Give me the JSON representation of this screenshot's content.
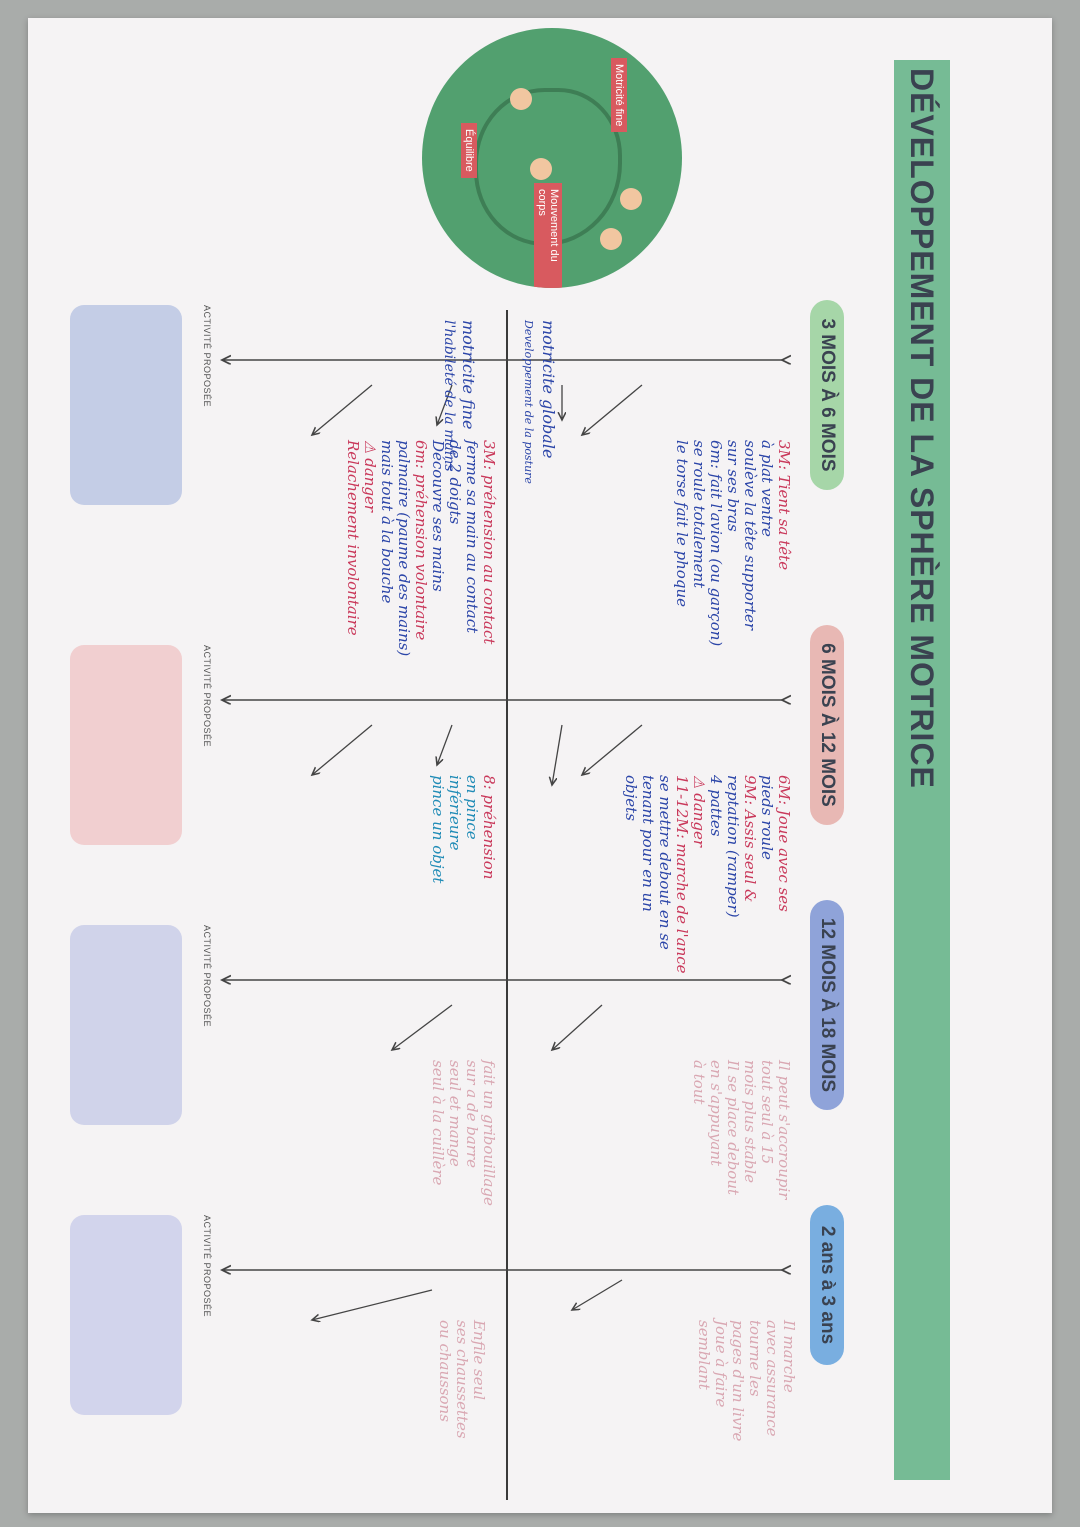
{
  "title": "DÉVELOPPEMENT DE LA SPHÈRE MOTRICE",
  "circle": {
    "tags": [
      "Motricité fine",
      "Équilibre",
      "Mouvement du corps"
    ]
  },
  "ages": [
    {
      "label": "3 MOIS À 6 MOIS",
      "color": "#a6d6a8"
    },
    {
      "label": "6 MOIS À 12 MOIS",
      "color": "#e8b8b4"
    },
    {
      "label": "12 MOIS À 18 MOIS",
      "color": "#8fa3d9"
    },
    {
      "label": "2 ans à 3 ans",
      "color": "#79aee0"
    }
  ],
  "axis_labels": {
    "gross_title": "motricite globale",
    "gross_sub": "Developpement de la posture",
    "fine_title": "motricite fine",
    "fine_sub": "l'habileté de la mains"
  },
  "notes": {
    "g1": [
      "3M: Tient sa tête",
      "à plat ventre",
      "soulève la tête supporter",
      "sur ses bras",
      "6m: fait l'avion (ou garçon)",
      "se roule totalement",
      "le torse fait le phoque"
    ],
    "f1": [
      "3M: préhension au contact",
      "ferme sa main au contact",
      "de 2 doigts",
      "Découvre ses mains",
      "6m: préhension volontaire",
      "palmaire (paume des mains)",
      "mais tout à la bouche",
      "⚠ danger",
      "Relachement involontaire"
    ],
    "g2": [
      "6M: Joue avec ses",
      "pieds roule",
      "9M: Assis seul &",
      "reptation (ramper)",
      "4 pattes",
      "⚠ danger",
      "11-12M: marche de l'ance",
      "se mettre debout en se",
      "tenant pour en un",
      "objets"
    ],
    "f2": [
      "8: préhension",
      "en pince",
      "inférieure",
      "pince un objet"
    ],
    "g3": [
      "Il peut s'accroupir",
      "tout seul à 15",
      "mois plus stable",
      "Il se place debout",
      "en s'appuyant",
      "à tout"
    ],
    "f3": [
      "fait un gribouillage",
      "sur a de barre",
      "seul et mange",
      "seul à la cuillère"
    ],
    "g4": [
      "Il marche",
      "avec assurance",
      "tourne les",
      "pages d'un livre",
      "Joue à faire",
      "semblant"
    ],
    "f4": [
      "Enfile seul",
      "ses chaussettes",
      "ou chaussons"
    ]
  },
  "activity_label": "ACTIVITÉ PROPOSÉE",
  "activity_boxes": [
    {
      "color": "#c4cde6"
    },
    {
      "color": "#f1cfd0"
    },
    {
      "color": "#d0d3ea"
    },
    {
      "color": "#d2d4ec"
    }
  ]
}
